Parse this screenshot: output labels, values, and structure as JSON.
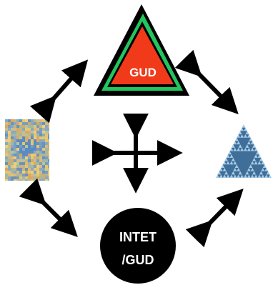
{
  "nodes": {
    "top": {
      "label": "GUD"
    },
    "bottom": {
      "label_line1": "INTET",
      "label_line2": "/GUD"
    }
  },
  "colors": {
    "triangle_outer": "#000000",
    "triangle_green": "#22c55e",
    "triangle_red": "#f03a1a",
    "circle": "#000000",
    "sierpinski_fill": "#a9cbe6",
    "sierpinski_hole": "#3f6f99",
    "noise_base": "#cbb98a"
  },
  "icons": {
    "noise_map": "cosmic-noise-map",
    "fractal": "sierpinski-triangle",
    "center": "four-way-arrow"
  }
}
